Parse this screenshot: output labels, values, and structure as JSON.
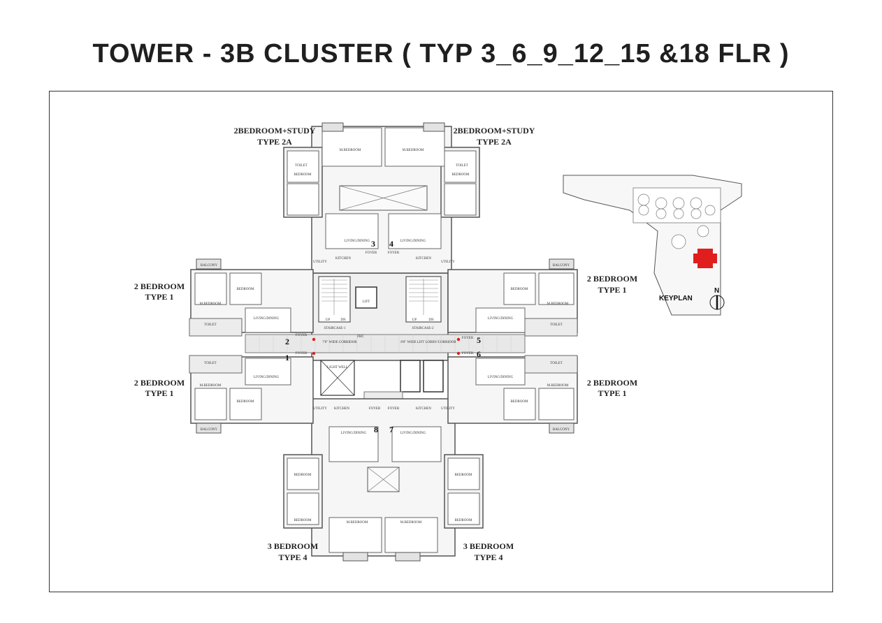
{
  "title": "TOWER - 3B CLUSTER  ( TYP 3_6_9_12_15 &18 FLR )",
  "units": {
    "u2a_left_1": "2BEDROOM+STUDY",
    "u2a_left_2": "TYPE 2A",
    "u2a_right_1": "2BEDROOM+STUDY",
    "u2a_right_2": "TYPE 2A",
    "u2l_top_1": "2 BEDROOM",
    "u2l_top_2": "TYPE 1",
    "u2r_top_1": "2 BEDROOM",
    "u2r_top_2": "TYPE 1",
    "u2l_bot_1": "2 BEDROOM",
    "u2l_bot_2": "TYPE 1",
    "u2r_bot_1": "2 BEDROOM",
    "u2r_bot_2": "TYPE 1",
    "u3l_1": "3 BEDROOM",
    "u3l_2": "TYPE 4",
    "u3r_1": "3 BEDROOM",
    "u3r_2": "TYPE 4"
  },
  "flat_numbers": [
    "1",
    "2",
    "3",
    "4",
    "5",
    "6",
    "7",
    "8"
  ],
  "rooms": {
    "lift": "LIFT",
    "staircase_1": "STAIRCASE-1",
    "staircase_2": "STAIRCASE-2",
    "up": "UP",
    "dn": "DN",
    "corridor_left": "7'0\" WIDE CORRIDOR",
    "corridor_right": "8'0\" WIDE LIFT LOBBY/CORRIDOR",
    "light_well": "LIGHT WELL",
    "living_dining": "LIVING/DINING",
    "kitchen": "KITCHEN",
    "bedroom": "BEDROOM",
    "m_bedroom": "M.BEDROOM",
    "toilet": "TOILET",
    "balcony": "BALCONY",
    "foyer": "FOYER",
    "utility": "UTILITY",
    "fhc": "FHC"
  },
  "keyplan": {
    "label": "KEYPLAN",
    "north": "N"
  },
  "colors": {
    "highlight": "#e01e1e",
    "wall": "#555555",
    "room_fill": "#f2f2f2"
  }
}
